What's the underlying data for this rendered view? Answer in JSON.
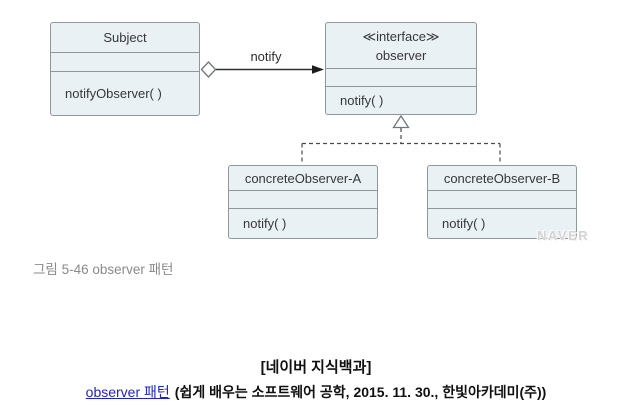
{
  "diagram": {
    "classes": {
      "subject": {
        "name": "Subject",
        "method": "notifyObserver( )"
      },
      "observer": {
        "stereotype": "≪interface≫",
        "name": "observer",
        "method": "notify( )"
      },
      "concrete_a": {
        "name": "concreteObserver-A",
        "method": "notify( )"
      },
      "concrete_b": {
        "name": "concreteObserver-B",
        "method": "notify( )"
      }
    },
    "association_label": "notify",
    "watermark": "NAVER"
  },
  "caption": "그림 5-46 observer 패턴",
  "attribution": {
    "source_title": "[네이버 지식백과]",
    "link_text": "observer 패턴",
    "citation": "(쉽게 배우는 소프트웨어 공학, 2015. 11. 30., 한빛아카데미(주))"
  },
  "colors": {
    "box_fill": "#eaf1f5",
    "box_border": "#8f979b",
    "line": "#2e2e2e",
    "link": "#1e27bd",
    "caption": "#8a8a8a",
    "watermark": "#d4d4d4"
  }
}
